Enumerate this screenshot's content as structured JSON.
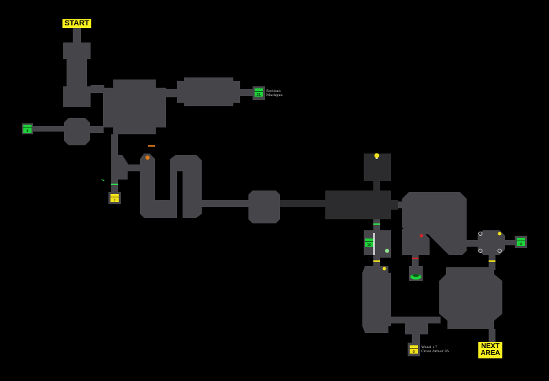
{
  "labels": {
    "start": "START",
    "next_area_line1": "NEXT",
    "next_area_line2": "AREA"
  },
  "chest_loot": {
    "chest_21": {
      "line1": "Partisan",
      "line2": "Machgun"
    },
    "chest_9": {
      "line1": "Wand +7",
      "line2": "Cross Armor 05"
    }
  },
  "chest_numbers": {
    "chest_21": "21",
    "chest_8": "8",
    "chest_7": "7",
    "chest_10": "10",
    "chest_4": "4",
    "chest_9": "9"
  },
  "colors": {
    "background": "#000000",
    "floor": "#46464a",
    "floor_dark": "#2c2c2e",
    "label": "#f7ef1f",
    "chest": "#1fd13a",
    "door_orange": "#e07a16",
    "door_yellow": "#f2e21b",
    "door_green": "#2fdc4a",
    "door_red": "#d6262d"
  },
  "icons": {
    "chest": "treasure-chest-icon",
    "switch": "switch-icon",
    "bulb": "light-bulb-icon",
    "pit": "pit-icon"
  }
}
